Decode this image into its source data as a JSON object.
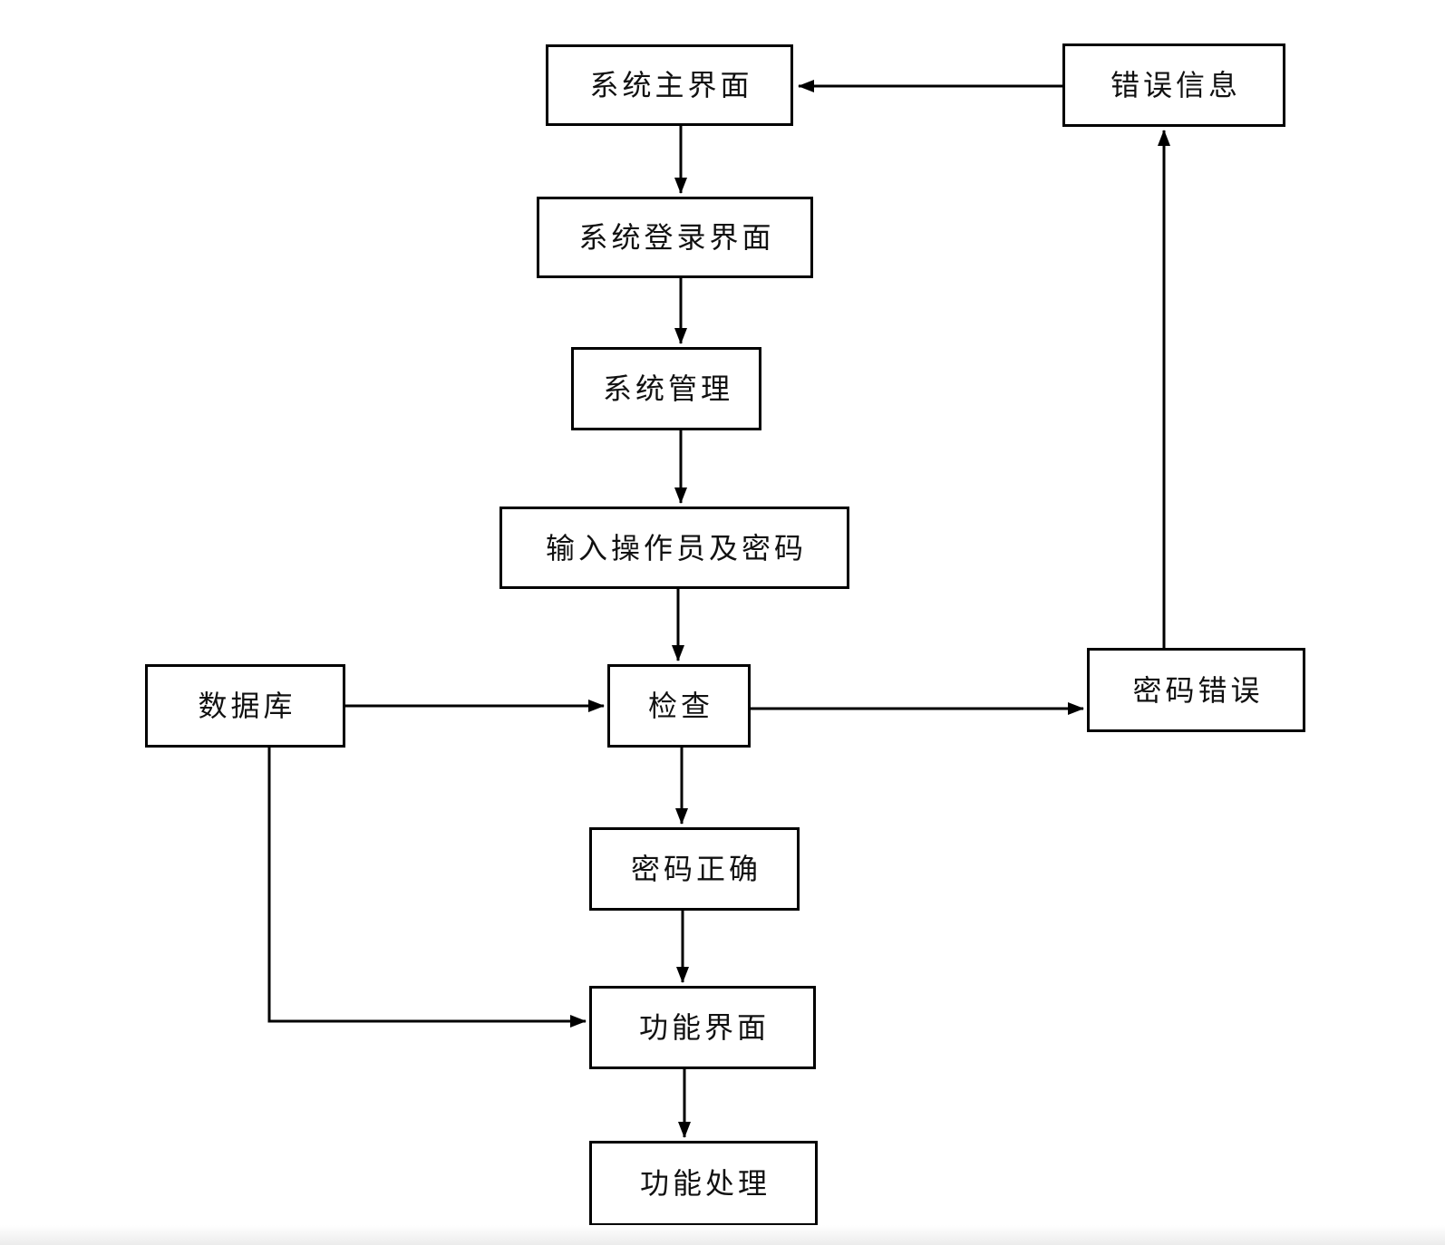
{
  "diagram": {
    "type": "flowchart",
    "nodes": {
      "main": {
        "label": "系统主界面"
      },
      "error_info": {
        "label": "错误信息"
      },
      "login": {
        "label": "系统登录界面"
      },
      "mgmt": {
        "label": "系统管理"
      },
      "input": {
        "label": "输入操作员及密码"
      },
      "database": {
        "label": "数据库"
      },
      "check": {
        "label": "检查"
      },
      "pwd_error": {
        "label": "密码错误"
      },
      "pwd_ok": {
        "label": "密码正确"
      },
      "func_ui": {
        "label": "功能界面"
      },
      "func_proc": {
        "label": "功能处理"
      }
    },
    "edges": [
      {
        "from": "main",
        "to": "login"
      },
      {
        "from": "login",
        "to": "mgmt"
      },
      {
        "from": "mgmt",
        "to": "input"
      },
      {
        "from": "input",
        "to": "check"
      },
      {
        "from": "database",
        "to": "check"
      },
      {
        "from": "check",
        "to": "pwd_error"
      },
      {
        "from": "pwd_error",
        "to": "error_info"
      },
      {
        "from": "error_info",
        "to": "main"
      },
      {
        "from": "check",
        "to": "pwd_ok"
      },
      {
        "from": "pwd_ok",
        "to": "func_ui"
      },
      {
        "from": "database",
        "to": "func_ui"
      },
      {
        "from": "func_ui",
        "to": "func_proc"
      }
    ]
  },
  "colors": {
    "line": "#000000",
    "text": "#111111",
    "box_background": "#ffffff",
    "page_background": "#ffffff"
  }
}
